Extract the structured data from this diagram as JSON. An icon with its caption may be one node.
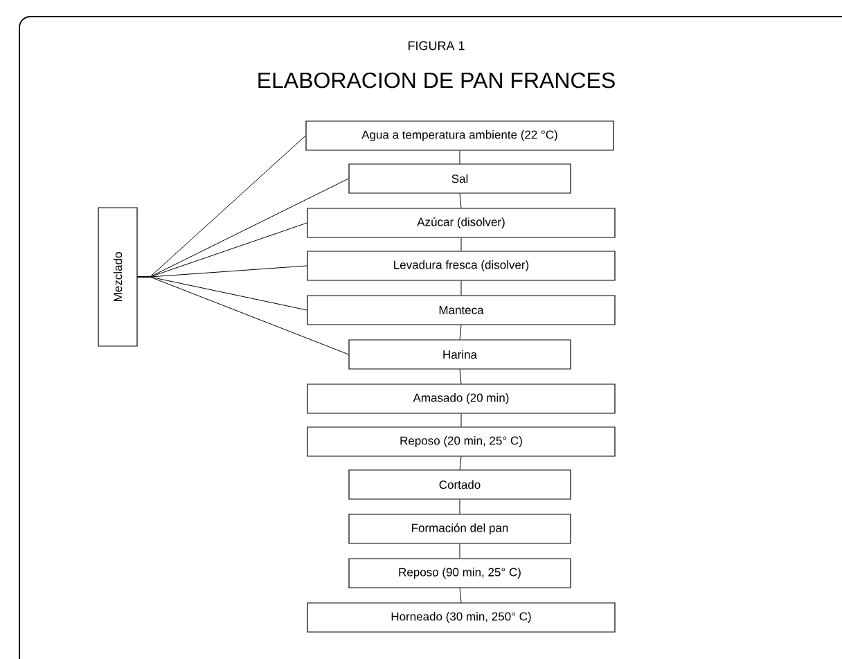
{
  "diagram": {
    "title": "ELABORACION DE PAN FRANCES",
    "nodes": [
      {
        "text": [
          "Agua a temperatura ambiente (22 °C)"
        ]
      },
      {
        "text": [
          "Sal"
        ]
      },
      {
        "text": [
          "Azúcar (disolver)"
        ]
      },
      {
        "text": [
          "Levadura fresca (disolver)"
        ]
      },
      {
        "text": [
          "Manteca"
        ]
      },
      {
        "text": [
          "Harina"
        ]
      },
      {
        "text": [
          "Amasado (20 min)"
        ]
      },
      {
        "text": [
          "Reposo (20 min, 25° C)"
        ]
      },
      {
        "text": [
          "Cortado"
        ]
      },
      {
        "text": [
          "Formación del pan"
        ]
      },
      {
        "text": [
          "Reposo (90 min, 25° C)"
        ]
      },
      {
        "text": [
          "Horneado (30 min, 250° C)"
        ]
      },
      {
        "text": [
          "Mezclado"
        ]
      }
    ],
    "edges": [
      {
        "from": 0,
        "to": 1,
        "arrow": "none"
      },
      {
        "from": 1,
        "to": 2,
        "arrow": "none"
      },
      {
        "from": 2,
        "to": 3,
        "arrow": "none"
      },
      {
        "from": 3,
        "to": 4,
        "arrow": "none"
      },
      {
        "from": 4,
        "to": 5,
        "arrow": "none"
      },
      {
        "from": 5,
        "to": 6,
        "arrow": "none"
      },
      {
        "from": 6,
        "to": 7,
        "arrow": "none"
      },
      {
        "from": 7,
        "to": 8,
        "arrow": "none"
      },
      {
        "from": 8,
        "to": 9,
        "arrow": "none"
      },
      {
        "from": 9,
        "to": 10,
        "arrow": "none"
      },
      {
        "from": 10,
        "to": 11,
        "arrow": "none"
      },
      {
        "from": 12,
        "to": 0,
        "arrow": "none"
      },
      {
        "from": 12,
        "to": 1,
        "arrow": "none"
      },
      {
        "from": 12,
        "to": 2,
        "arrow": "none"
      },
      {
        "from": 12,
        "to": 3,
        "arrow": "none"
      },
      {
        "from": 12,
        "to": 4,
        "arrow": "none"
      },
      {
        "from": 12,
        "to": 5,
        "arrow": "none"
      }
    ],
    "labels": [
      "FIGURA 1"
    ]
  }
}
